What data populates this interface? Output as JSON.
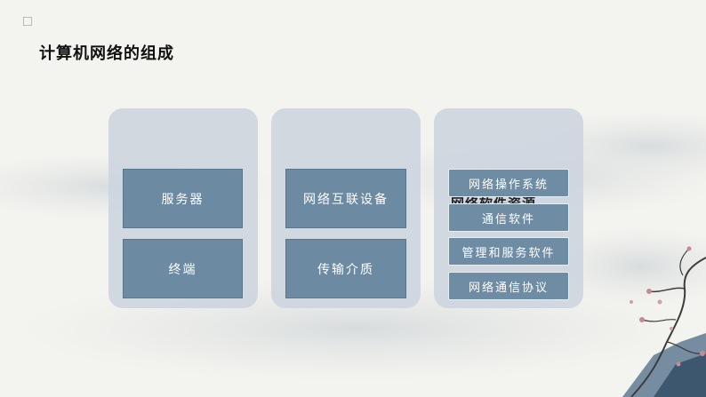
{
  "slide": {
    "title": "计算机网络的组成"
  },
  "panels": [
    {
      "items": [
        "服务器",
        "终端"
      ]
    },
    {
      "items": [
        "网络互联设备",
        "传输介质"
      ]
    },
    {
      "hidden_label": "网络软件资源",
      "items": [
        "网络操作系统",
        "通信软件",
        "管理和服务软件",
        "网络通信协议"
      ]
    }
  ],
  "colors": {
    "panel_bg": "#cdd4de",
    "box_bg": "#6d8aa3",
    "box_text": "#ffffff",
    "title_text": "#111111"
  }
}
